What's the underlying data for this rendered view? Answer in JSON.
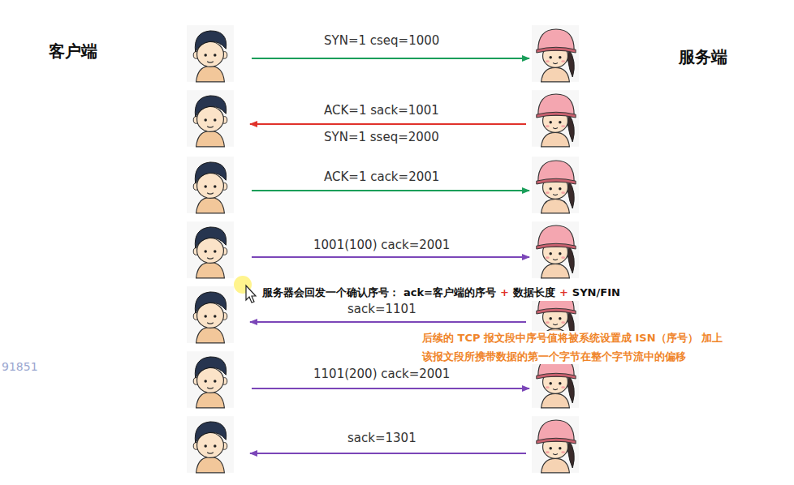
{
  "diagram": {
    "labels": [
      "客户端",
      "SYN=1 cseq=1000",
      "服务端",
      "ACK=1 sack=1001",
      "SYN=1 sseq=2000",
      "ACK=1 cack=2001",
      "1001(100) cack=2001",
      "服务器会回发一个确认序号：",
      "ack=客户端的序号",
      "+",
      "数据长度",
      "+",
      "SYN/FIN",
      "sack=1101",
      "后续的 TCP 报文段中序号值将被系统设置成 ISN（序号） 加上",
      "该报文段所携带数据的第一个字节在整个字节流中的偏移",
      "91851",
      "1101(200) cack=2001",
      "sack=1301"
    ]
  }
}
